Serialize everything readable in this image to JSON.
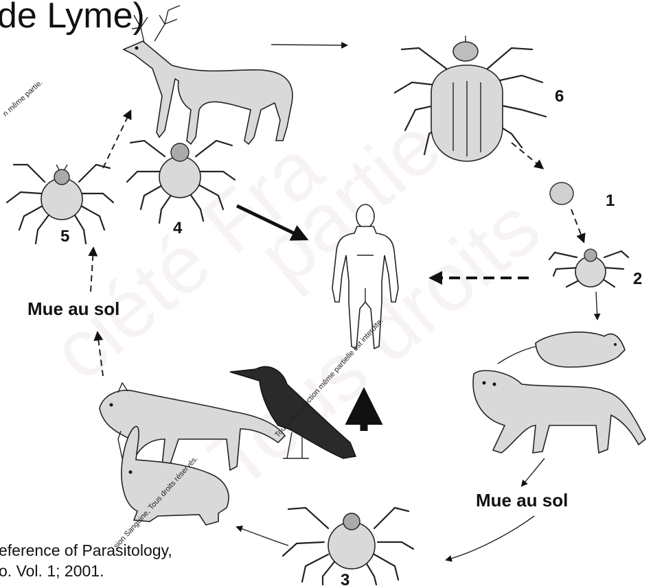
{
  "title": "de Lyme)",
  "stages": {
    "s1": "1",
    "s2": "2",
    "s3": "3",
    "s4": "4",
    "s5": "5",
    "s6": "6"
  },
  "mue_label_left": "Mue au sol",
  "mue_label_right": "Mue au sol",
  "reference": {
    "line1": "eference of Parasitology,",
    "line2": "o. Vol. 1; 2001."
  },
  "watermarks": {
    "small_top": "n même partie.",
    "diagonal_mid": "Toute reproduction même partielle est interdite.",
    "diagonal_low": "sion Sanguine, Tous droits réservés."
  }
}
